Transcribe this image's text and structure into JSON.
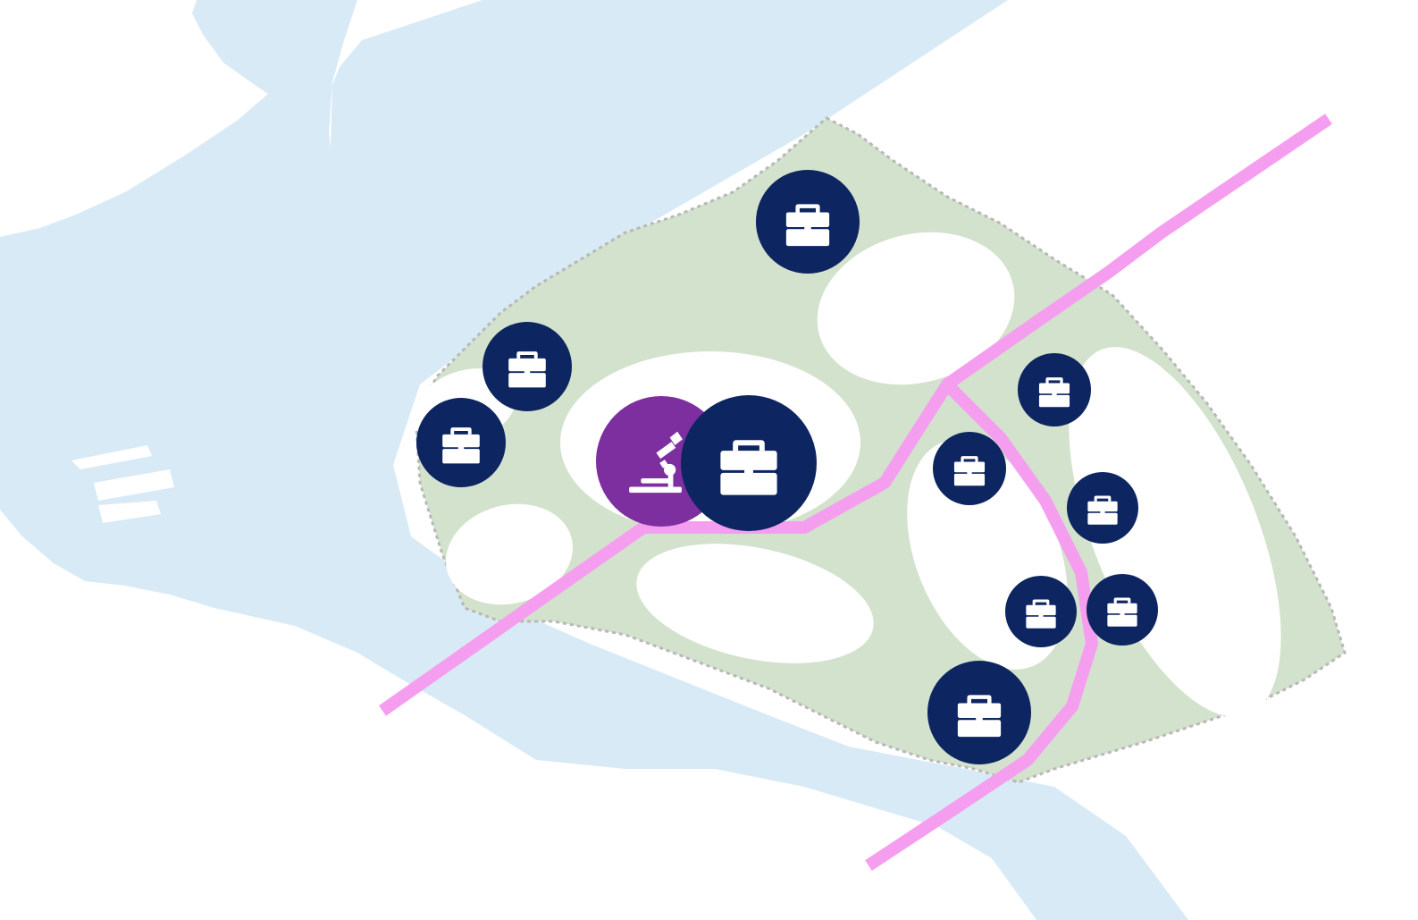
{
  "map": {
    "colors": {
      "background": "#ffffff",
      "water": "#d8eaf6",
      "land_zone": "#d3e2cc",
      "zone_border": "#b8b8b8",
      "cleared_area": "#ffffff",
      "route": "#f59ef0",
      "business_marker": "#0d2560",
      "research_marker": "#7d2fa0",
      "icon_fill": "#ffffff"
    },
    "legend": [],
    "markers": [
      {
        "type": "business",
        "icon": "briefcase-icon"
      },
      {
        "type": "business",
        "icon": "briefcase-icon"
      },
      {
        "type": "business",
        "icon": "briefcase-icon"
      },
      {
        "type": "research",
        "icon": "microscope-icon"
      },
      {
        "type": "business",
        "icon": "briefcase-icon"
      },
      {
        "type": "business",
        "icon": "briefcase-icon"
      },
      {
        "type": "business",
        "icon": "briefcase-icon"
      },
      {
        "type": "business",
        "icon": "briefcase-icon"
      },
      {
        "type": "business",
        "icon": "briefcase-icon"
      },
      {
        "type": "business",
        "icon": "briefcase-icon"
      },
      {
        "type": "business",
        "icon": "briefcase-icon"
      }
    ]
  }
}
